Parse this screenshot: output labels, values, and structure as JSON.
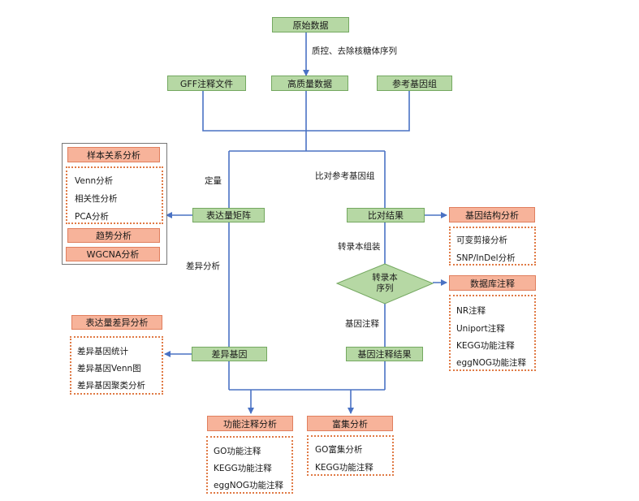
{
  "nodes": {
    "raw": "原始数据",
    "gff": "GFF注释文件",
    "hq": "高质量数据",
    "ref": "参考基因组",
    "expr": "表达量矩阵",
    "align": "比对结果",
    "transcript_l1": "转录本",
    "transcript_l2": "序列",
    "deg": "差异基因",
    "annot": "基因注释结果"
  },
  "edge_labels": {
    "qc": "质控、去除核糖体序列",
    "quant": "定量",
    "compare": "比对参考基因组",
    "diff": "差异分析",
    "assemble": "转录本组装",
    "annotate": "基因注释"
  },
  "sample_group": {
    "title": "样本关系分析",
    "items": [
      "Venn分析",
      "相关性分析",
      "PCA分析"
    ],
    "trend": "趋势分析",
    "wgcna": "WGCNA分析"
  },
  "gene_structure": {
    "title": "基因结构分析",
    "items": [
      "可变剪接分析",
      "SNP/InDel分析"
    ]
  },
  "database_annot": {
    "title": "数据库注释",
    "items": [
      "NR注释",
      "Uniport注释",
      "KEGG功能注释",
      "eggNOG功能注释"
    ]
  },
  "expr_diff": {
    "title": "表达量差异分析",
    "items": [
      "差异基因统计",
      "差异基因Venn图",
      "差异基因聚类分析"
    ]
  },
  "func_annot": {
    "title": "功能注释分析",
    "items": [
      "GO功能注释",
      "KEGG功能注释",
      "eggNOG功能注释"
    ]
  },
  "enrich": {
    "title": "富集分析",
    "items": [
      "GO富集分析",
      "KEGG功能注释"
    ]
  },
  "colors": {
    "line": "#4a72c4",
    "green_fill": "#b6d8a4",
    "orange_fill": "#f7b39a",
    "dotted_border": "#e07a45"
  }
}
